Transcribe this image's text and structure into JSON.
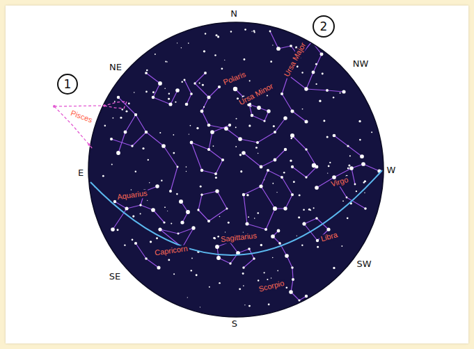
{
  "diagram": {
    "nodes": [
      {
        "text": [
          "1"
        ]
      },
      {
        "text": [
          "2"
        ]
      }
    ],
    "labels": [
      "N",
      "NE",
      "NW",
      "E",
      "W",
      "SE",
      "SW",
      "S",
      "Pisces",
      "Polaris",
      "Ursa Minor",
      "Ursa Major",
      "Virgo",
      "Aquarius",
      "Capricorn",
      "Sagittarius",
      "Libra",
      "Scorpio"
    ]
  }
}
